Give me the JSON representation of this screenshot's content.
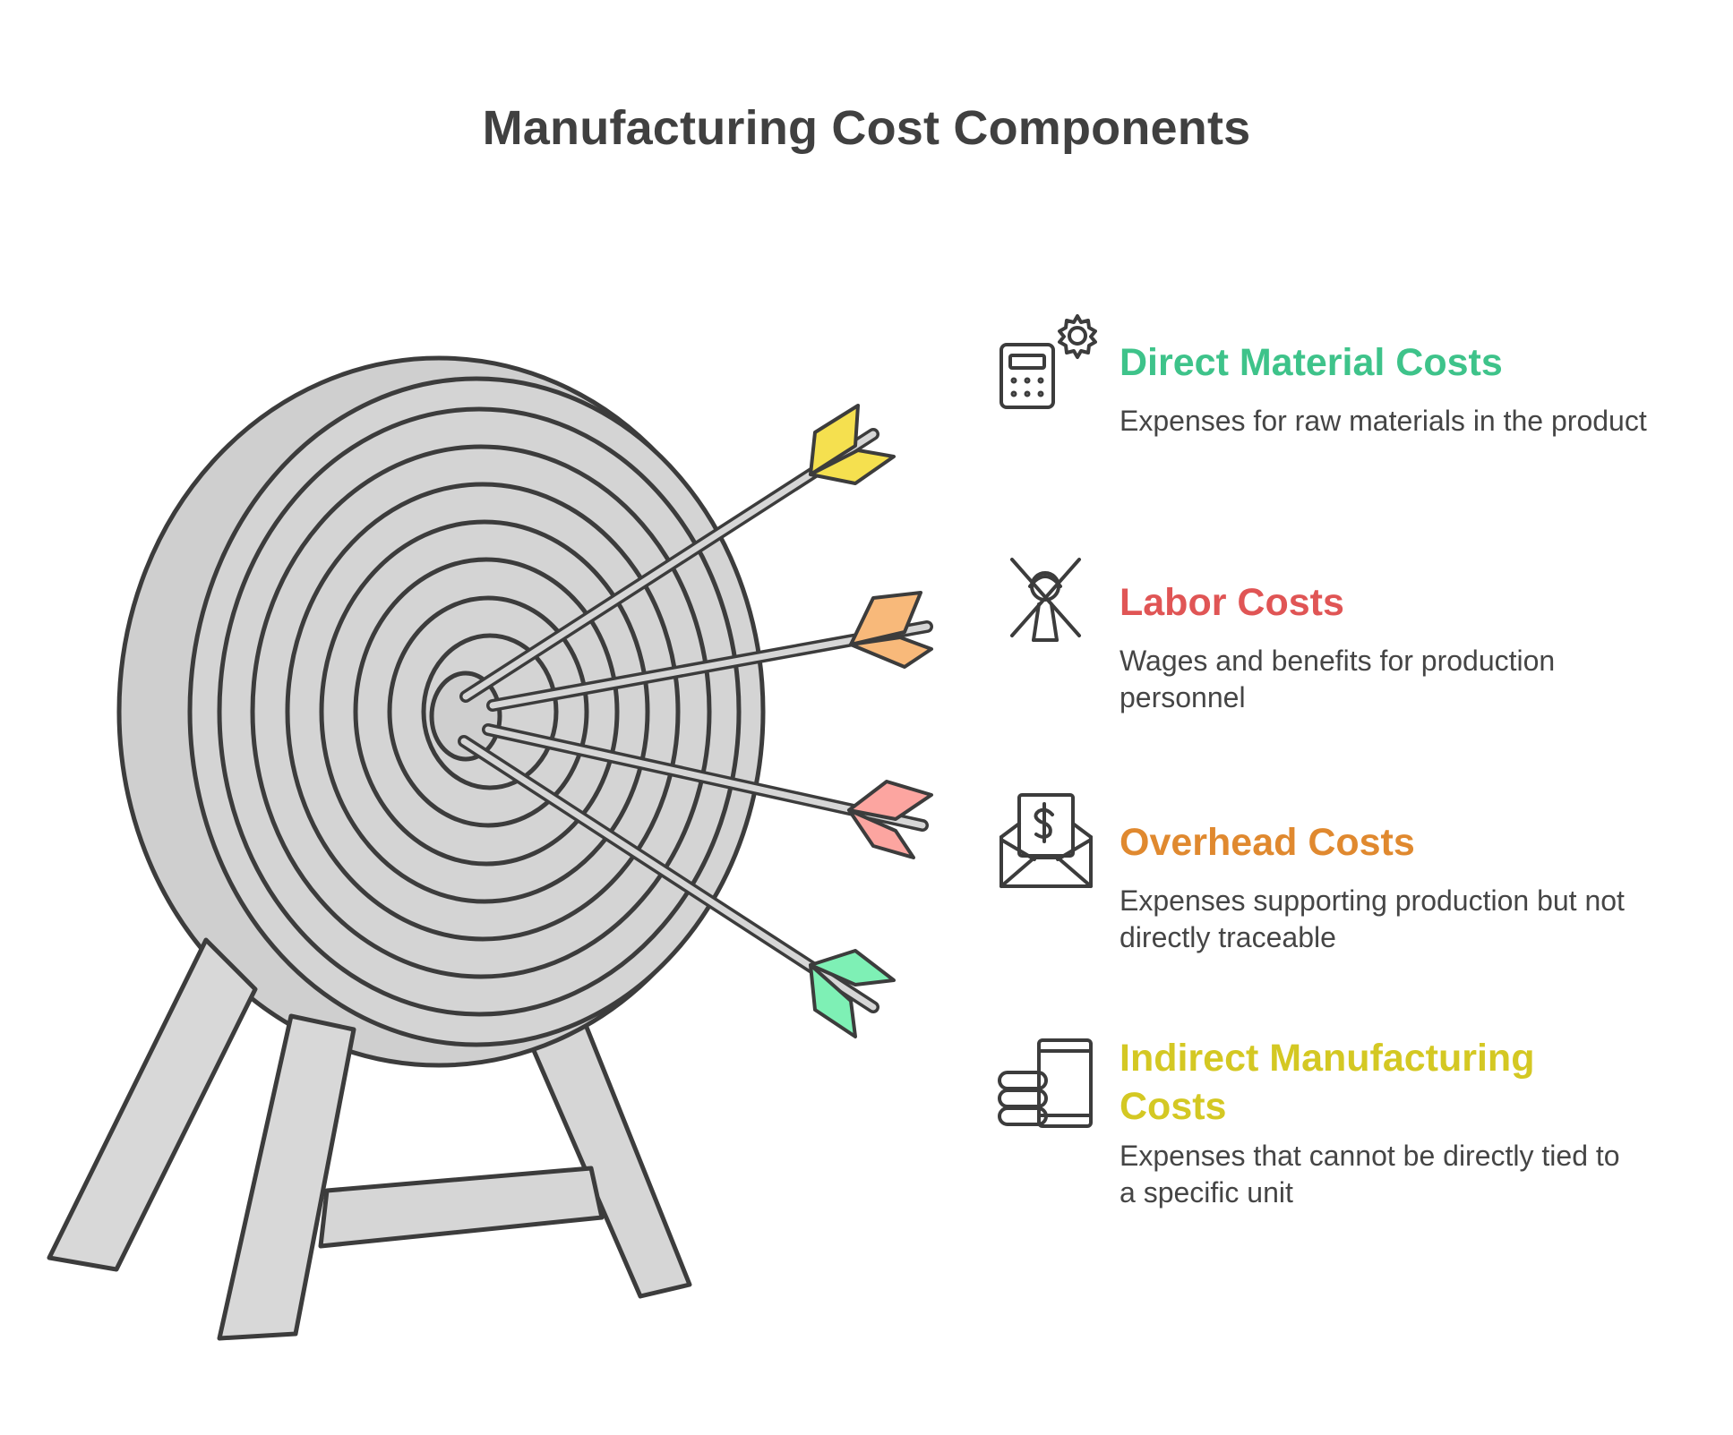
{
  "title": "Manufacturing Cost Components",
  "colors": {
    "direct_material": "#3ec38a",
    "labor": "#e05555",
    "overhead": "#e0892f",
    "indirect": "#d4c823",
    "target_fill": "#d4d4d4",
    "outline": "#3c3c3c"
  },
  "items": [
    {
      "title": "Direct Material Costs",
      "description": "Expenses for raw materials in the product",
      "icon": "calculator-gear-icon",
      "arrow_fletching": "#f5e04f"
    },
    {
      "title": "Labor Costs",
      "description": "Wages and benefits for production personnel",
      "icon": "worker-crossed-tools-icon",
      "arrow_fletching": "#f8b97a"
    },
    {
      "title": "Overhead Costs",
      "description": "Expenses supporting production but not directly traceable",
      "icon": "envelope-dollar-icon",
      "arrow_fletching": "#fca5a0"
    },
    {
      "title": "Indirect Manufacturing Costs",
      "description": "Expenses that cannot be directly tied to a specific unit",
      "icon": "stacked-coins-box-icon",
      "arrow_fletching": "#7ef0b5"
    }
  ]
}
